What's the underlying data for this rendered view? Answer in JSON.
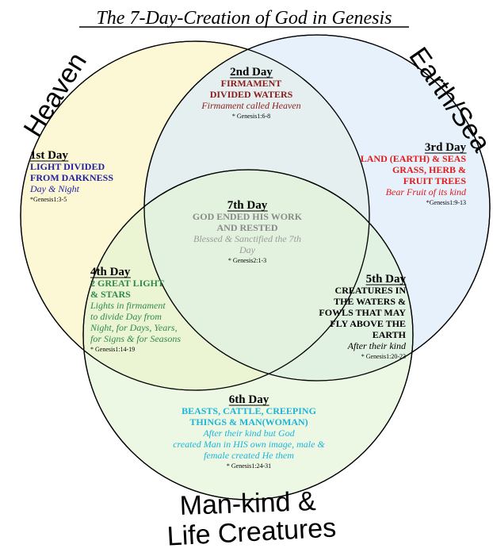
{
  "title": "The 7-Day-Creation of God in Genesis",
  "circles": {
    "heaven": {
      "label": "Heaven",
      "fill": "#fbf6cc"
    },
    "earth_sea": {
      "label": "Earth/Sea",
      "fill": "#deecfa"
    },
    "mankind": {
      "label_line1": "Man-kind &",
      "label_line2": "Life Creatures",
      "fill": "#dff3d2"
    }
  },
  "days": {
    "day1": {
      "heading": "1st Day",
      "lines": [
        "LIGHT DIVIDED",
        "FROM DARKNESS"
      ],
      "italic": [
        "Day & Night"
      ],
      "ref": "*Genesis1:3-5",
      "color": "#1f1f9e"
    },
    "day2": {
      "heading": "2nd Day",
      "lines": [
        "FIRMAMENT",
        "DIVIDED WATERS"
      ],
      "italic": [
        "Firmament called Heaven"
      ],
      "ref": "* Genesis1:6-8",
      "color": "#8b1a1a"
    },
    "day3": {
      "heading": "3rd Day",
      "lines": [
        "LAND (EARTH) & SEAS",
        "GRASS, HERB &",
        "FRUIT TREES"
      ],
      "italic": [
        "Bear Fruit of its kind"
      ],
      "ref": "*Genesis1:9-13",
      "color": "#e01b1b"
    },
    "day4": {
      "heading": "4th Day",
      "lines": [
        "2 GREAT LIGHT",
        "& STARS"
      ],
      "italic": [
        "Lights in firmament",
        "to divide Day from",
        "Night, for Days, Years,",
        "for Signs & for Seasons"
      ],
      "ref": "* Genesis1:14-19",
      "color": "#2f8a4a"
    },
    "day5": {
      "heading": "5th Day",
      "lines": [
        "CREATURES IN",
        "THE WATERS &",
        "FOWLS THAT MAY",
        "FLY ABOVE THE",
        "EARTH"
      ],
      "italic": [
        "After their kind"
      ],
      "ref": "* Genesis1:20-23",
      "color": "#000000"
    },
    "day6": {
      "heading": "6th Day",
      "lines": [
        "BEASTS, CATTLE, CREEPING",
        "THINGS & MAN(WOMAN)"
      ],
      "italic": [
        "After their kind but God",
        "created Man in HIS own image, male &",
        "female created He them"
      ],
      "ref": "* Genesis1:24-31",
      "color": "#1fb3d6"
    },
    "day7": {
      "heading": "7th Day",
      "lines": [
        "GOD ENDED HIS WORK",
        "AND RESTED"
      ],
      "italic": [
        "Blessed & Sanctified the 7th",
        "Day"
      ],
      "ref": "* Genesis2:1-3",
      "color": "#8a8a8a"
    }
  }
}
